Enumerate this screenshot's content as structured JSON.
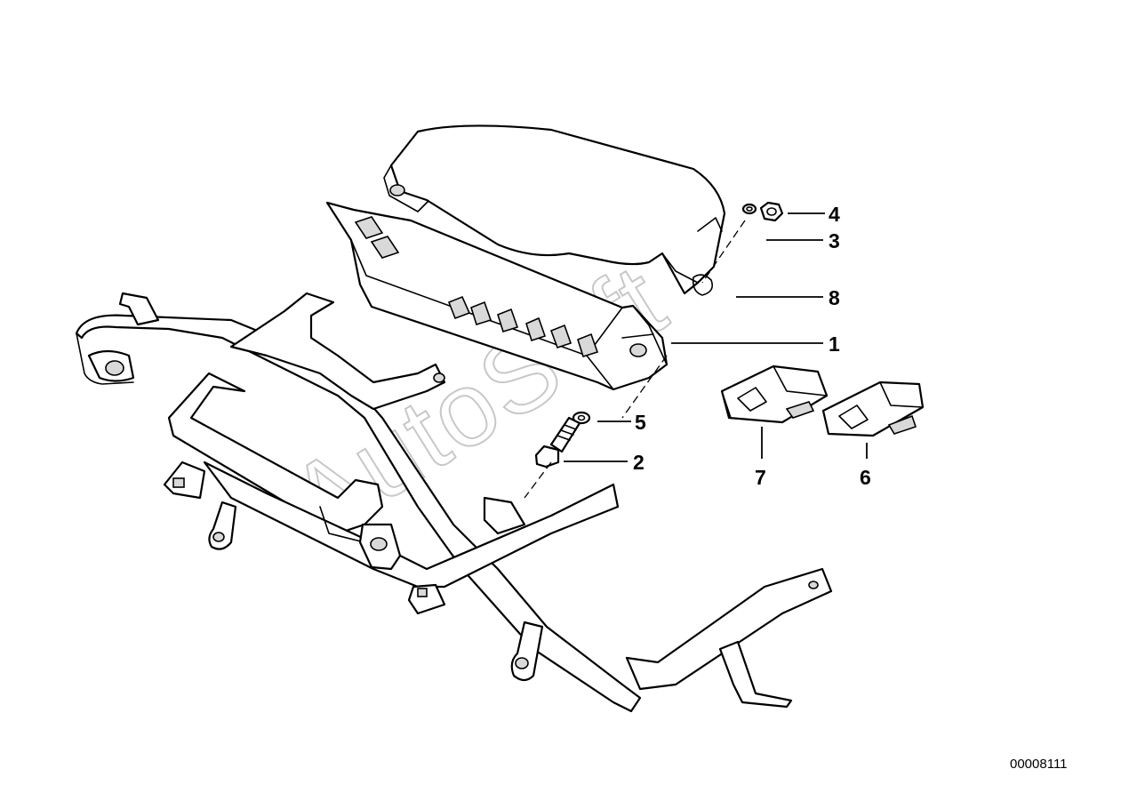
{
  "diagram": {
    "callouts": [
      {
        "id": "4",
        "label": "4"
      },
      {
        "id": "3",
        "label": "3"
      },
      {
        "id": "8",
        "label": "8"
      },
      {
        "id": "1",
        "label": "1"
      },
      {
        "id": "5",
        "label": "5"
      },
      {
        "id": "2",
        "label": "2"
      },
      {
        "id": "7",
        "label": "7"
      },
      {
        "id": "6",
        "label": "6"
      }
    ],
    "watermark": "AutoSoft",
    "reference_number": "00008111"
  }
}
